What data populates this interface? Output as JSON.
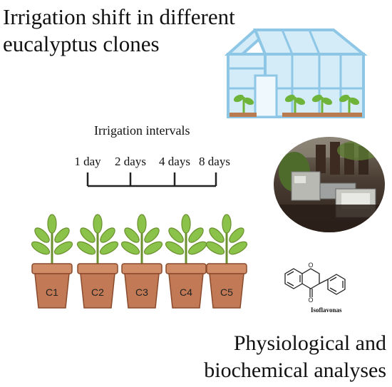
{
  "title": {
    "line1": "Irrigation shift in different",
    "line2": "eucalyptus clones"
  },
  "irrigation": {
    "header": "Irrigation intervals",
    "intervals": [
      "1 day",
      "2 days",
      "4 days",
      "8 days"
    ]
  },
  "clones": [
    "C1",
    "C2",
    "C3",
    "C4",
    "C5"
  ],
  "molecule": {
    "label": "Isoflavonas"
  },
  "analyses": {
    "line1": "Physiological and",
    "line2": "biochemical analyses"
  },
  "colors": {
    "greenhouse_frame": "#8ec6e6",
    "greenhouse_glass": "#d4ecf8",
    "seedling_green": "#6fb43a",
    "soil": "#b87a4f",
    "leaf_green": "#8bc34a",
    "pot": "#c17a55",
    "pot_rim": "#d08c66",
    "photo_dark": "#3a2f28"
  }
}
